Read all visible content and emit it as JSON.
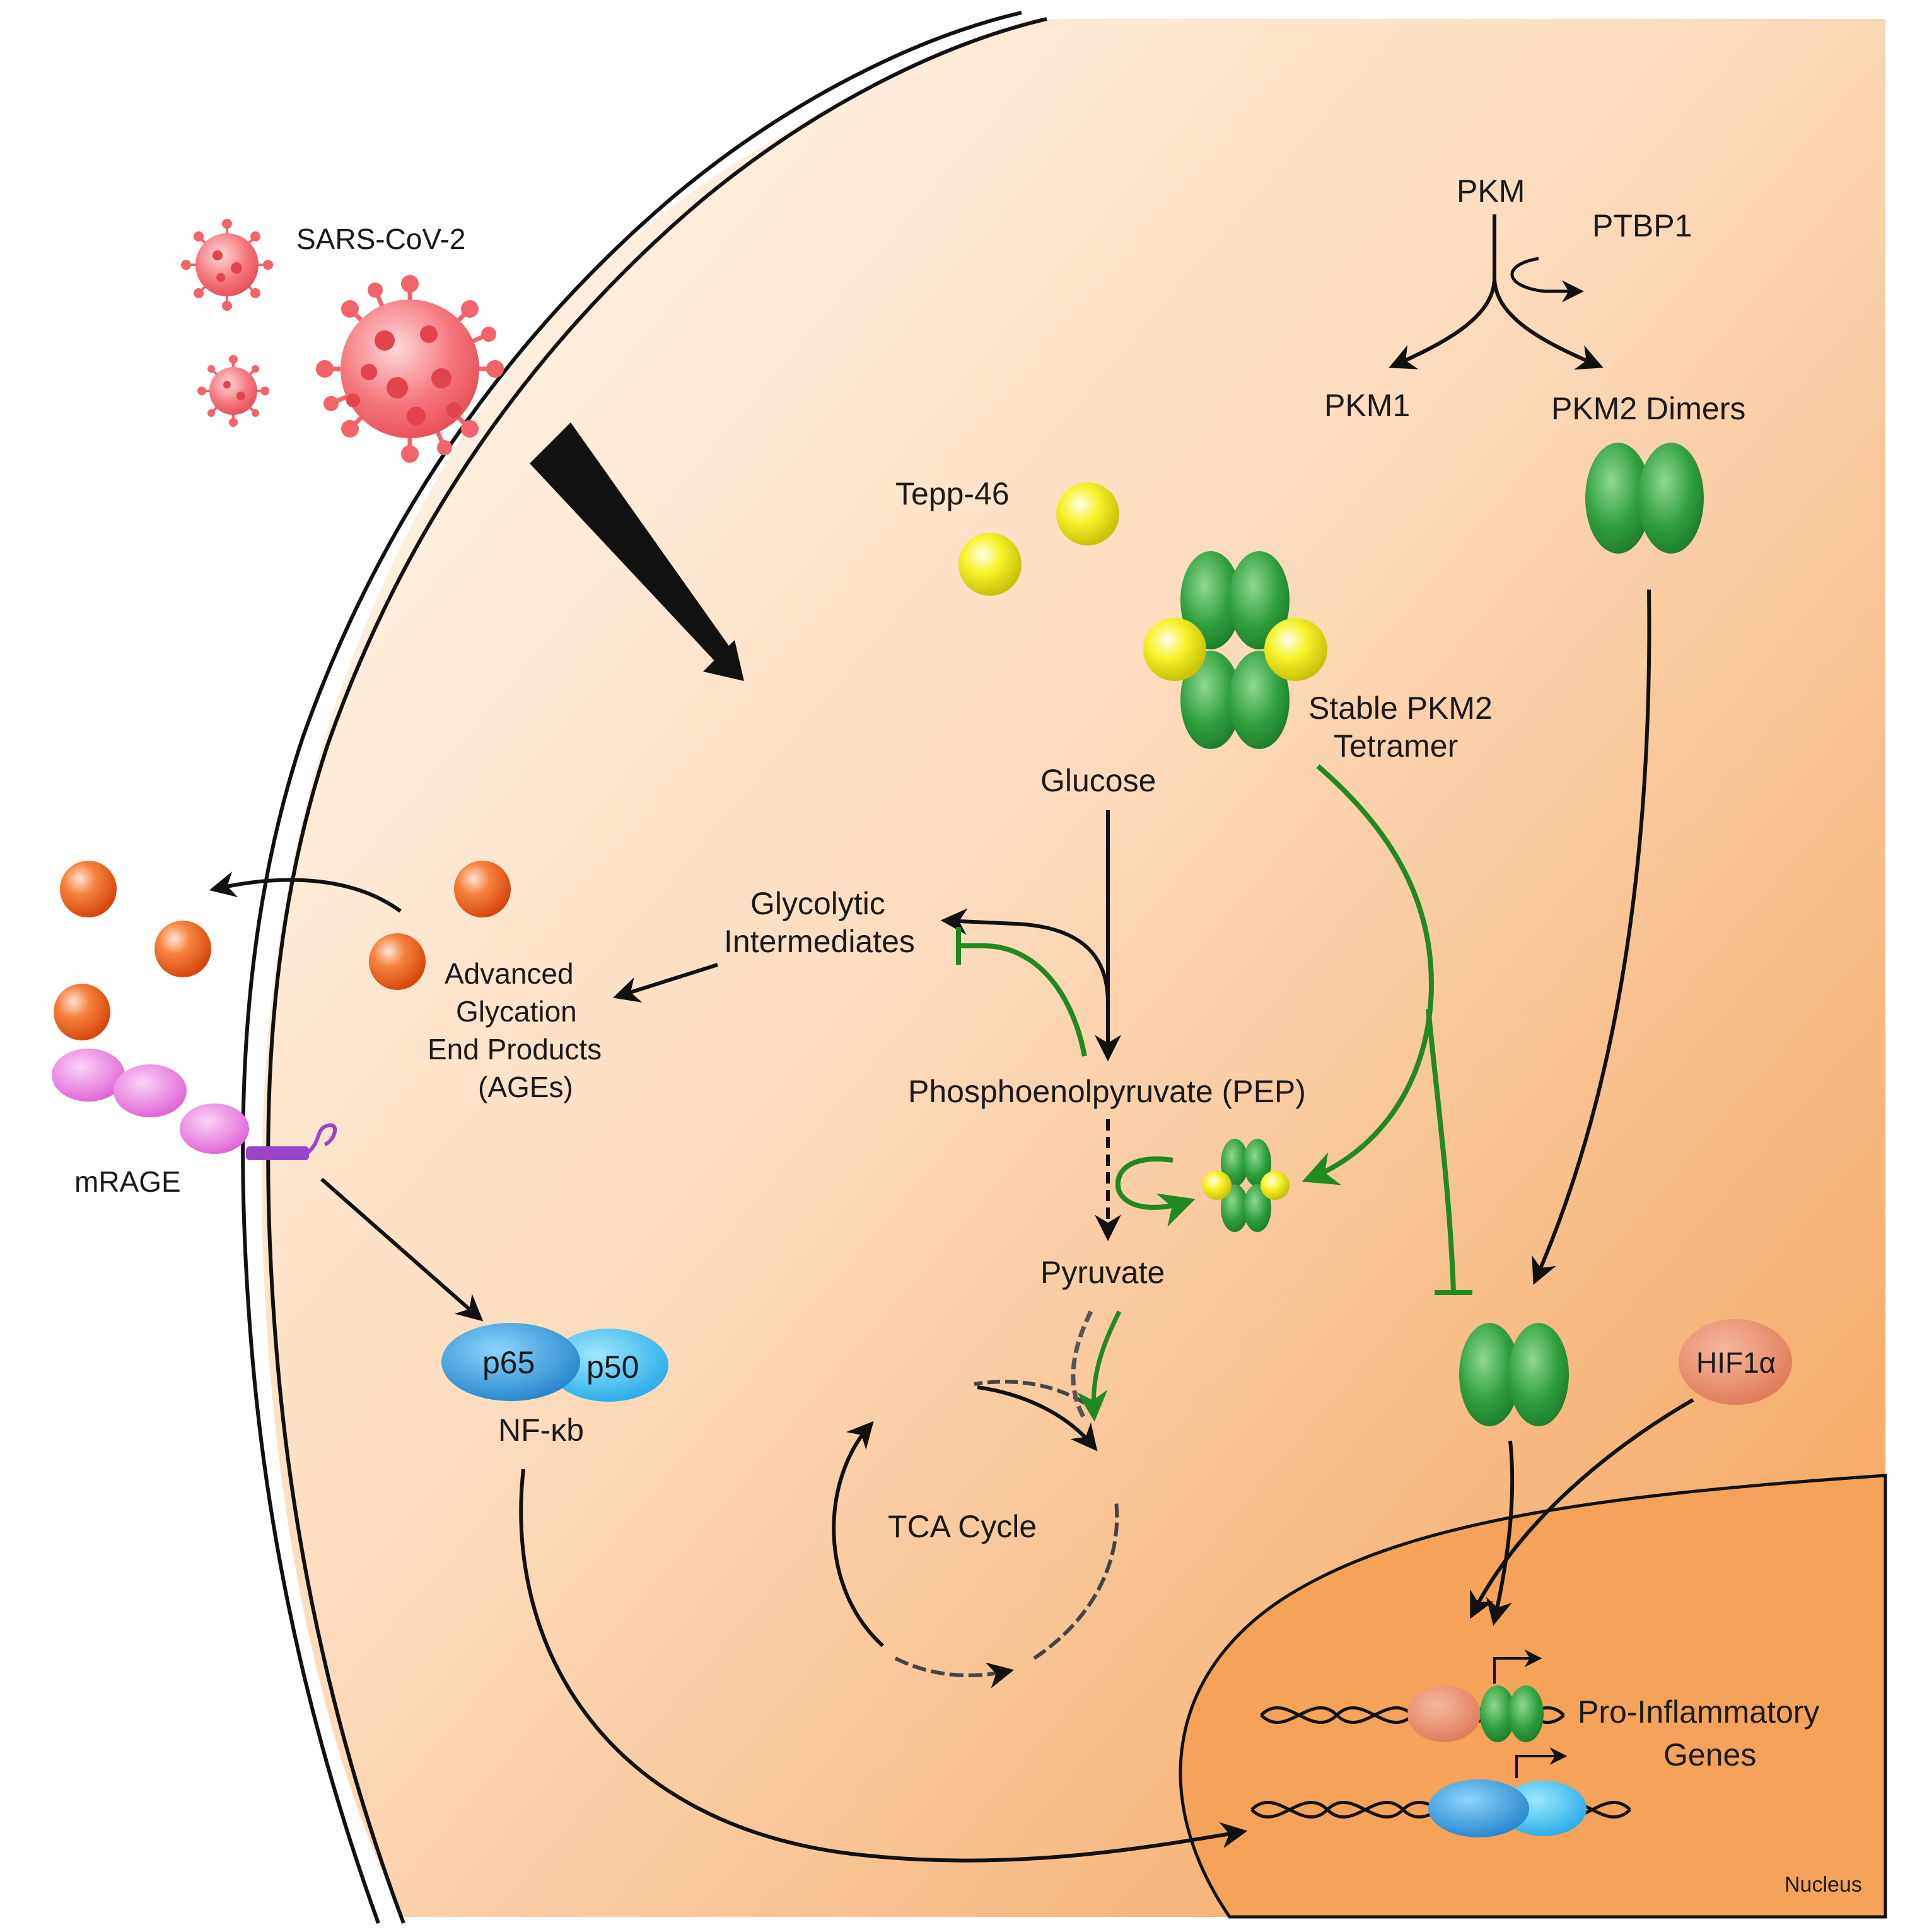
{
  "labels": {
    "virus": "SARS-CoV-2",
    "pkm": "PKM",
    "ptbp1": "PTBP1",
    "pkm1": "PKM1",
    "pkm2_dimers": "PKM2 Dimers",
    "tepp46": "Tepp-46",
    "stable_line1": "Stable PKM2",
    "stable_line2": "Tetramer",
    "glucose": "Glucose",
    "glycolytic_line1": "Glycolytic",
    "glycolytic_line2": "Intermediates",
    "ages_line1": "Advanced",
    "ages_line2": "Glycation",
    "ages_line3": "End Products",
    "ages_line4": "(AGEs)",
    "pep": "Phosphoenolpyruvate (PEP)",
    "pyruvate": "Pyruvate",
    "tca": "TCA Cycle",
    "mrage": "mRAGE",
    "p65": "p65",
    "p50": "p50",
    "nfkb": "NF-κb",
    "hif": "HIF1α",
    "genes_line1": "Pro-Inflammatory",
    "genes_line2": "Genes",
    "nucleus": "Nucleus"
  },
  "colors": {
    "cytoplasm_light": "#fdf1e6",
    "cytoplasm_dark": "#f6a35b",
    "nucleus": "#f5a25a",
    "pkm_green": "#2a9a3a",
    "pkm_green_light": "#7ccf7c",
    "tepp_yellow": "#f2ee1a",
    "virus_red": "#f2646a",
    "ages_orange": "#f26a1e",
    "mrage_pink": "#e977de",
    "nfkb_blue": "#2a8fd4",
    "hif_salmon": "#e98a66",
    "inhibit_green": "#1f8a1f"
  }
}
